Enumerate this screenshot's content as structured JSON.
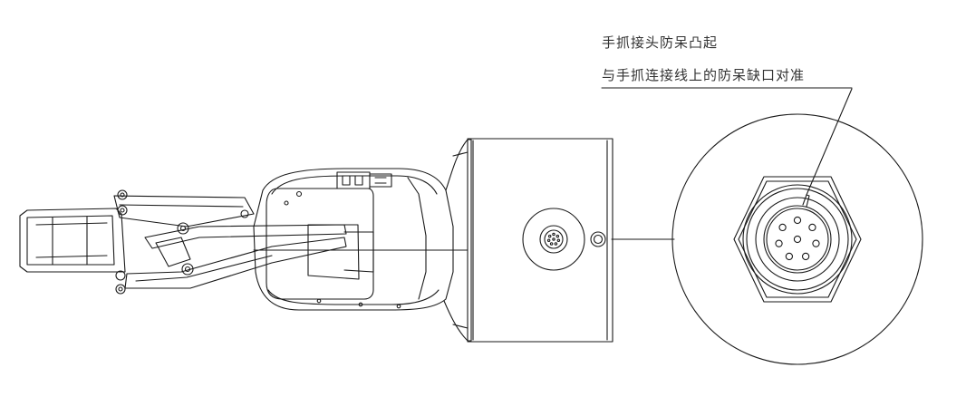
{
  "annotation": {
    "line1": "手抓接头防呆凸起",
    "line2": "与手抓连接线上的防呆缺口对准"
  },
  "colors": {
    "stroke": "#1a1a1a",
    "background": "#ffffff",
    "text": "#333333"
  },
  "connector": {
    "pin_count": 8
  }
}
